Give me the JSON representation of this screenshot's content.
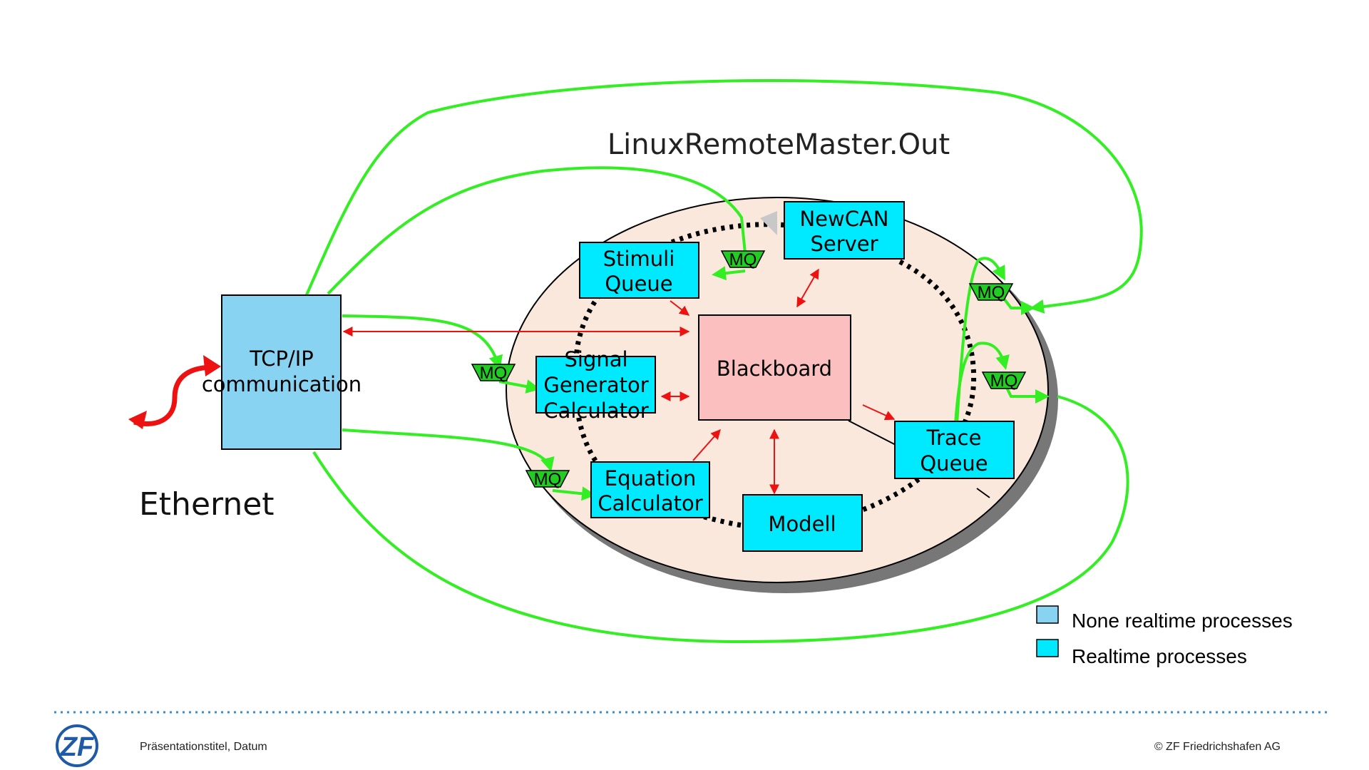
{
  "title": "LinuxRemoteMaster.Out",
  "ethernet_label": "Ethernet",
  "boxes": {
    "tcpip": [
      "TCP/IP",
      "communication"
    ],
    "stimuli": [
      "Stimuli",
      "Queue"
    ],
    "newcan": [
      "NewCAN",
      "Server"
    ],
    "signal": [
      "Signal",
      "Generator",
      "Calculator"
    ],
    "blackboard": [
      "Blackboard"
    ],
    "equation": [
      "Equation",
      "Calculator"
    ],
    "modell": [
      "Modell"
    ],
    "trace": [
      "Trace",
      "Queue"
    ]
  },
  "mq_label": "MQ",
  "legend": {
    "none_realtime": "None realtime processes",
    "realtime": "Realtime processes"
  },
  "footer": {
    "left": "Präsentationstitel, Datum",
    "right": "© ZF Friedrichshafen AG",
    "logo": "ZF"
  },
  "colors": {
    "none_realtime": "#87d3f1",
    "realtime": "#00eaff",
    "blackboard": "#fbbfc0",
    "ellipse_fill": "#fbe8dc",
    "green_link": "#33ee22",
    "red_link": "#ee1111",
    "mq_fill": "#22cc22",
    "footer_dots": "#3a8ecf"
  }
}
